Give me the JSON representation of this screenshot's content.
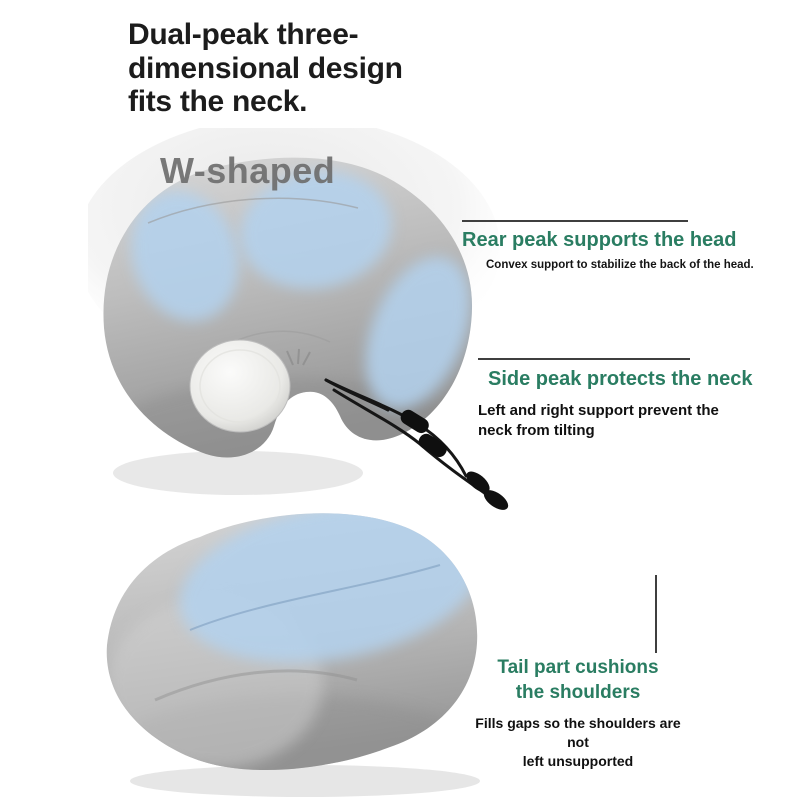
{
  "meta": {
    "background": "#ffffff",
    "accent_color": "#2a7d62",
    "text_color": "#1c1c1c",
    "leader_line_color": "#3f3f3f",
    "highlight_color": "#b3d2ee",
    "pillow_color": "#b5b5b5"
  },
  "heading": {
    "lines": [
      "Dual-peak three-",
      "dimensional design",
      "fits the neck."
    ]
  },
  "top_pillow": {
    "label": "W-shaped"
  },
  "annotations": {
    "rear_peak": {
      "title": "Rear peak supports the head",
      "subtitle": "Convex support to stabilize the back of the head."
    },
    "side_peak": {
      "title": "Side peak protects the neck",
      "subtitle_lines": [
        "Left and right support prevent the",
        "neck from tilting"
      ]
    },
    "tail": {
      "title_lines": [
        "Tail part cushions",
        "the shoulders"
      ],
      "subtitle_lines": [
        "Fills gaps so the shoulders are not",
        "left unsupported"
      ]
    }
  }
}
